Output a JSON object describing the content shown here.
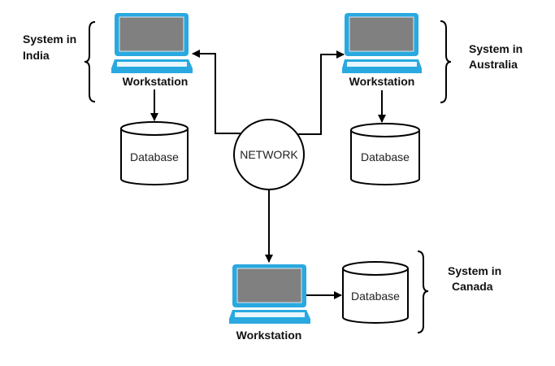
{
  "diagram": {
    "colors": {
      "laptop_frame": "#29a9e0",
      "laptop_screen": "#808080",
      "laptop_keyboard": "#e8f6fd",
      "stroke": "#000000"
    },
    "network": {
      "label": "NETWORK",
      "icon": "circle-node"
    },
    "systems": [
      {
        "id": "india",
        "label_line1": "System in",
        "label_line2": "India",
        "workstation_label": "Workstation",
        "workstation_icon": "laptop-icon",
        "database_label": "Database",
        "database_icon": "cylinder-icon"
      },
      {
        "id": "australia",
        "label_line1": "System in",
        "label_line2": "Australia",
        "workstation_label": "Workstation",
        "workstation_icon": "laptop-icon",
        "database_label": "Database",
        "database_icon": "cylinder-icon"
      },
      {
        "id": "canada",
        "label_line1": "System in",
        "label_line2": "Canada",
        "workstation_label": "Workstation",
        "workstation_icon": "laptop-icon",
        "database_label": "Database",
        "database_icon": "cylinder-icon"
      }
    ],
    "edges": [
      {
        "from": "network",
        "to": "india-workstation"
      },
      {
        "from": "network",
        "to": "australia-workstation"
      },
      {
        "from": "network",
        "to": "canada-workstation"
      },
      {
        "from": "india-workstation",
        "to": "india-database"
      },
      {
        "from": "australia-workstation",
        "to": "australia-database"
      },
      {
        "from": "canada-workstation",
        "to": "canada-database"
      }
    ]
  }
}
